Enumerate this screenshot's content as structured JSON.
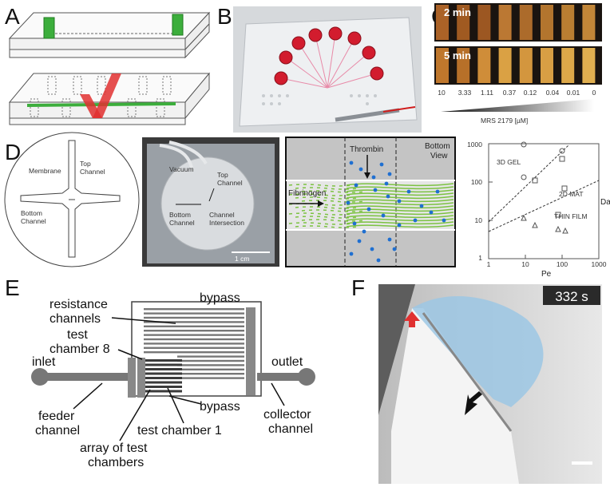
{
  "panels": {
    "A": {
      "letter": "A"
    },
    "B": {
      "letter": "B"
    },
    "C": {
      "letter": "C",
      "time_top": "2 min",
      "time_bottom": "5 min",
      "concentrations": [
        "10",
        "3.33",
        "1.11",
        "0.37",
        "0.12",
        "0.04",
        "0.01",
        "0"
      ],
      "axis_label": "MRS 2179 [µM]"
    },
    "D": {
      "letter": "D",
      "schematic": {
        "membrane": "Membrane",
        "top_channel": "Top Channel",
        "bottom_channel": "Bottom Channel"
      },
      "photo": {
        "vacuum": "Vacuum",
        "top_channel": "Top Channel",
        "bottom_channel": "Bottom Channel",
        "intersection": "Channel Intersection",
        "scale": "1 cm"
      },
      "flow": {
        "thrombin": "Thrombin",
        "view": "Bottom View",
        "fibrinogen": "Fibrinogen"
      },
      "plot": {
        "ylabel": "Da",
        "xlabel": "Pe",
        "yticks": [
          "1000",
          "100",
          "10",
          "1"
        ],
        "xticks": [
          "1",
          "10",
          "100",
          "1000"
        ],
        "regions": [
          "3D GEL",
          "2D MAT",
          "THIN FILM"
        ]
      }
    },
    "E": {
      "letter": "E",
      "labels": {
        "resistance": "resistance channels",
        "bypass_top": "bypass",
        "test8": "test chamber 8",
        "inlet": "inlet",
        "outlet": "outlet",
        "bypass_bottom": "bypass",
        "feeder": "feeder channel",
        "test1": "test chamber 1",
        "array": "array of test chambers",
        "collector": "collector channel"
      }
    },
    "F": {
      "letter": "F",
      "time": "332 s"
    }
  },
  "colors": {
    "green": "#3cae3c",
    "red": "#e03030",
    "blue_cells": "#1f6fd1",
    "fibrin": "#7cc242"
  }
}
